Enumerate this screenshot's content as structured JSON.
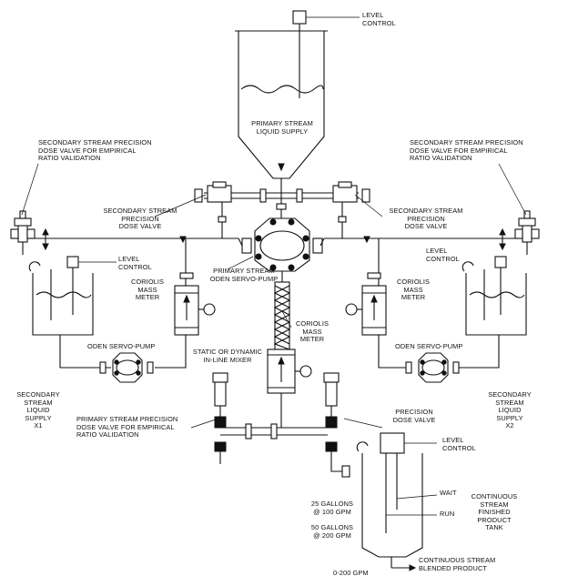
{
  "labels": {
    "level_control_top": "LEVEL\nCONTROL",
    "primary_supply": "PRIMARY STREAM\nLIQUID SUPPLY",
    "sec_dose_left": "SECONDARY STREAM PRECISION\nDOSE VALVE FOR EMPIRICAL\nRATIO VALIDATION",
    "sec_dose_right": "SECONDARY STREAM PRECISION\nDOSE VALVE FOR EMPIRICAL\nRATIO VALIDATION",
    "sec_precision_left": "SECONDARY STREAM\nPRECISION\nDOSE VALVE",
    "sec_precision_right": "SECONDARY STREAM\nPRECISION\nDOSE VALVE",
    "level_control_left": "LEVEL\nCONTROL",
    "level_control_right": "LEVEL\nCONTROL",
    "coriolis_left": "CORIOLIS\nMASS\nMETER",
    "coriolis_right": "CORIOLIS\nMASS\nMETER",
    "coriolis_center": "CORIOLIS\nMASS\nMETER",
    "primary_oden": "PRIMARY STREAM\nODEN SERVO-PUMP",
    "oden_left": "ODEN SERVO-PUMP",
    "oden_right": "ODEN SERVO-PUMP",
    "static_mixer": "STATIC OR DYNAMIC\nIN-LINE MIXER",
    "supply_x1": "SECONDARY\nSTREAM\nLIQUID\nSUPPLY\nX1",
    "supply_x2": "SECONDARY\nSTREAM\nLIQUID\nSUPPLY\nX2",
    "primary_dose": "PRIMARY STREAM PRECISION\nDOSE VALVE FOR EMPIRICAL\nRATIO VALIDATION",
    "precision_dose": "PRECISION\nDOSE VALVE",
    "level_control_tank": "LEVEL\nCONTROL",
    "wait": "WAIT",
    "run": "RUN",
    "finished_tank": "CONTINUOUS\nSTREAM\nFINISHED\nPRODUCT\nTANK",
    "cap_25": "25 GALLONS\n@ 100 GPM",
    "cap_50": "50 GALLONS\n@ 200 GPM",
    "flow_range": "0-200 GPM",
    "blended_product": "CONTINUOUS STREAM\nBLENDED PRODUCT"
  }
}
